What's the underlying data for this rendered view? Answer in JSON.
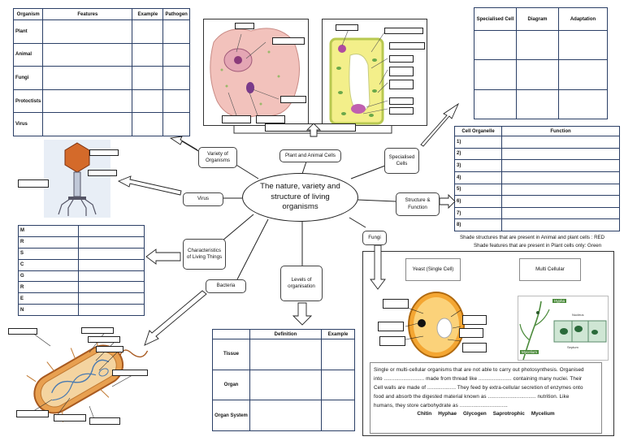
{
  "central": {
    "title": "The nature, variety and structure of living organisms"
  },
  "nodes": {
    "variety": "Variety of Organisms",
    "plant_animal": "Plant and Animal Cells",
    "specialised": "Specialised Cells",
    "virus": "Virus",
    "structure": "Structure & Function",
    "fungi": "Fungi",
    "characteristics": "Characteristics of Living Things",
    "bacteria": "Bacteria",
    "levels": "Levels of organisation"
  },
  "organism_table": {
    "headers": [
      "Organism",
      "Features",
      "Example",
      "Pathogen"
    ],
    "rows": [
      "Plant",
      "Animal",
      "Fungi",
      "Protoctists",
      "Virus"
    ]
  },
  "specialised_table": {
    "headers": [
      "Specialised Cell",
      "Diagram",
      "Adaptation"
    ]
  },
  "organelle_table": {
    "headers": [
      "Cell Organelle",
      "Function"
    ],
    "rows": [
      "1)",
      "2)",
      "3)",
      "4)",
      "5)",
      "6)",
      "7)",
      "8)"
    ]
  },
  "shade_notes": {
    "red": "Shade structures that are present in Animal and plant cells : RED",
    "green": "Shade features that are present in Plant cells only: Green"
  },
  "mrs_table": {
    "letters": [
      "M",
      "R",
      "S",
      "C",
      "G",
      "R",
      "E",
      "N"
    ]
  },
  "levels_table": {
    "headers": [
      "Definition",
      "Example"
    ],
    "rows": [
      "Tissue",
      "Organ",
      "Organ System"
    ]
  },
  "fungi_panel": {
    "yeast_title": "Yeast (Single Cell)",
    "multi_title": "Multi Cellular",
    "micro_labels": {
      "hypha": "Hypha",
      "mycelium": "Mycelium",
      "nucleus": "Nucleus",
      "septum": "Septum"
    },
    "line1": "Single or multi-cellular organisms that are not able to carry out photosynthesis. Organised",
    "line2": "into ........................... made from thread like ...................... containing many nuclei. Their",
    "line3": "Cell walls are made of ................... They feed by extra-cellular secretion of enzymes onto",
    "line4": "food and absorb the digested material known as ................................ nutrition. Like",
    "line5": "humans, they store carbohydrate as ................................",
    "word_bank": [
      "Chitin",
      "Hyphae",
      "Glycogen",
      "Saprotrophic",
      "Mycelium"
    ]
  },
  "colors": {
    "table_border": "#2b3f66",
    "animal_cell": "#f2c2bc",
    "plant_cell": "#f3ef8a",
    "plant_wall": "#b8c850",
    "bacteria": "#e8a050"
  }
}
